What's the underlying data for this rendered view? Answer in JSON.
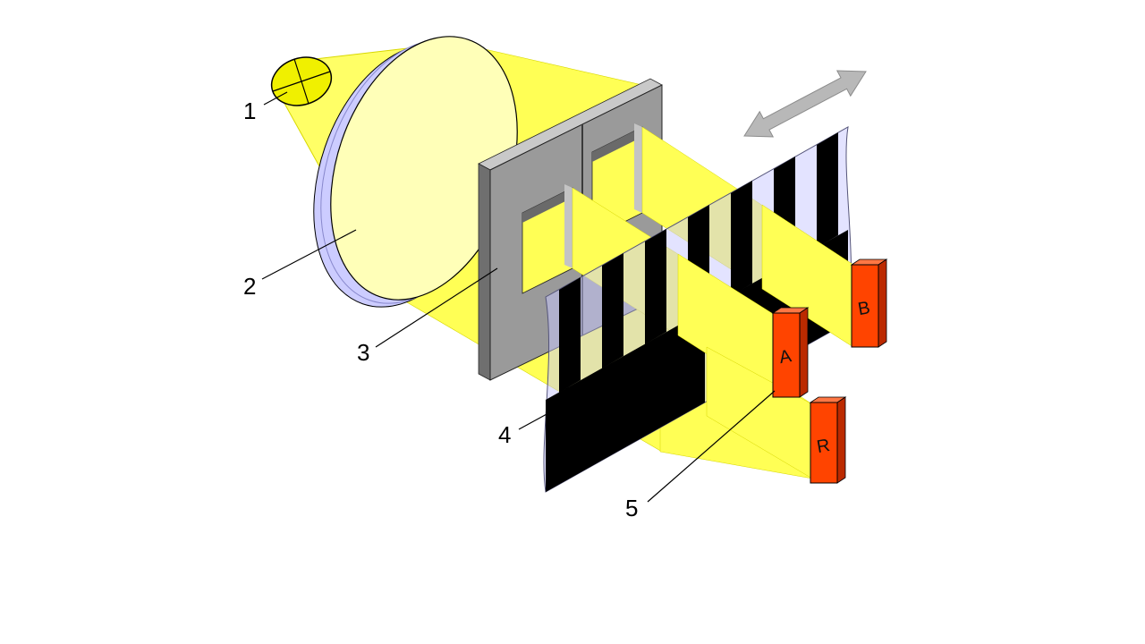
{
  "figure": {
    "kind": "optical-encoder-principle-diagram",
    "callouts": {
      "c1": "1",
      "c2": "2",
      "c3": "3",
      "c4": "4",
      "c5": "5"
    },
    "detectors": {
      "a": "A",
      "b": "B",
      "r": "R"
    },
    "colors": {
      "lamp": "#f0f000",
      "cone": "#ffff66",
      "beam": "#ffff55",
      "lens_face": "#ffffb8",
      "lens_rim": "#ccccff",
      "film": "#c8c8ff",
      "stripe": "#000000",
      "mask_front": "#9a9a9a",
      "mask_top": "#c9c9c9",
      "mask_side": "#6f6f6f",
      "detector_front": "#ff4400",
      "detector_top": "#ff7744",
      "detector_side": "#bb2a00",
      "arrow": "#b8b8b8"
    }
  }
}
